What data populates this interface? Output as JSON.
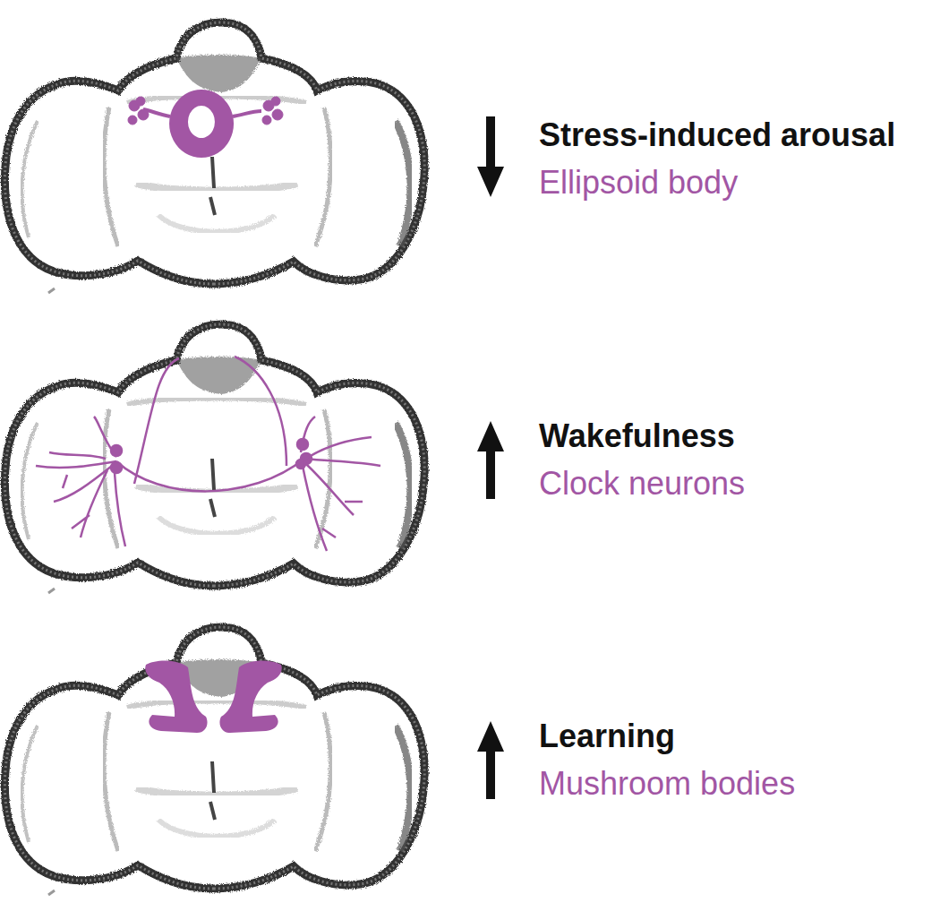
{
  "diagram": {
    "labels": [
      "Stress-induced arousal",
      "Ellipsoid body",
      "Wakefulness",
      "Clock neurons",
      "Learning",
      "Mushroom bodies"
    ]
  }
}
